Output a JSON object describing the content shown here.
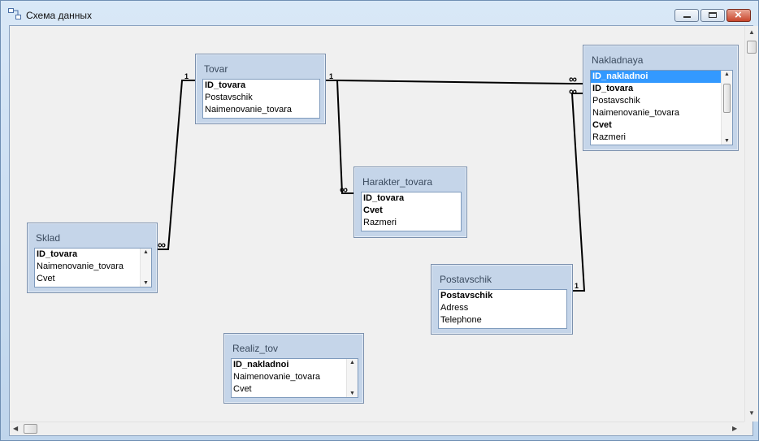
{
  "window": {
    "title": "Схема данных",
    "buttons": {
      "minimize": "minimize-icon",
      "maximize": "maximize-icon",
      "close": "close-icon"
    }
  },
  "tables": {
    "tovar": {
      "name": "Tovar",
      "fields": [
        {
          "label": "ID_tovara",
          "pk": true
        },
        {
          "label": "Postavschik",
          "pk": false
        },
        {
          "label": "Naimenovanie_tovara",
          "pk": false
        }
      ]
    },
    "nakladnaya": {
      "name": "Nakladnaya",
      "fields": [
        {
          "label": "ID_nakladnoi",
          "pk": true,
          "selected": true
        },
        {
          "label": "ID_tovara",
          "pk": true
        },
        {
          "label": "Postavschik",
          "pk": false
        },
        {
          "label": "Naimenovanie_tovara",
          "pk": false
        },
        {
          "label": "Cvet",
          "pk": true
        },
        {
          "label": "Razmeri",
          "pk": false
        }
      ]
    },
    "harakter": {
      "name": "Harakter_tovara",
      "fields": [
        {
          "label": "ID_tovara",
          "pk": true
        },
        {
          "label": "Cvet",
          "pk": true
        },
        {
          "label": "Razmeri",
          "pk": false
        }
      ]
    },
    "sklad": {
      "name": "Sklad",
      "fields": [
        {
          "label": "ID_tovara",
          "pk": true
        },
        {
          "label": "Naimenovanie_tovara",
          "pk": false
        },
        {
          "label": "Cvet",
          "pk": false
        }
      ]
    },
    "postavschik": {
      "name": "Postavschik",
      "fields": [
        {
          "label": "Postavschik",
          "pk": true
        },
        {
          "label": "Adress",
          "pk": false
        },
        {
          "label": "Telephone",
          "pk": false
        }
      ]
    },
    "realiz": {
      "name": "Realiz_tov",
      "fields": [
        {
          "label": "ID_nakladnoi",
          "pk": true
        },
        {
          "label": "Naimenovanie_tovara",
          "pk": false
        },
        {
          "label": "Cvet",
          "pk": false
        }
      ]
    }
  },
  "relations": {
    "one": "1",
    "many": "∞"
  }
}
